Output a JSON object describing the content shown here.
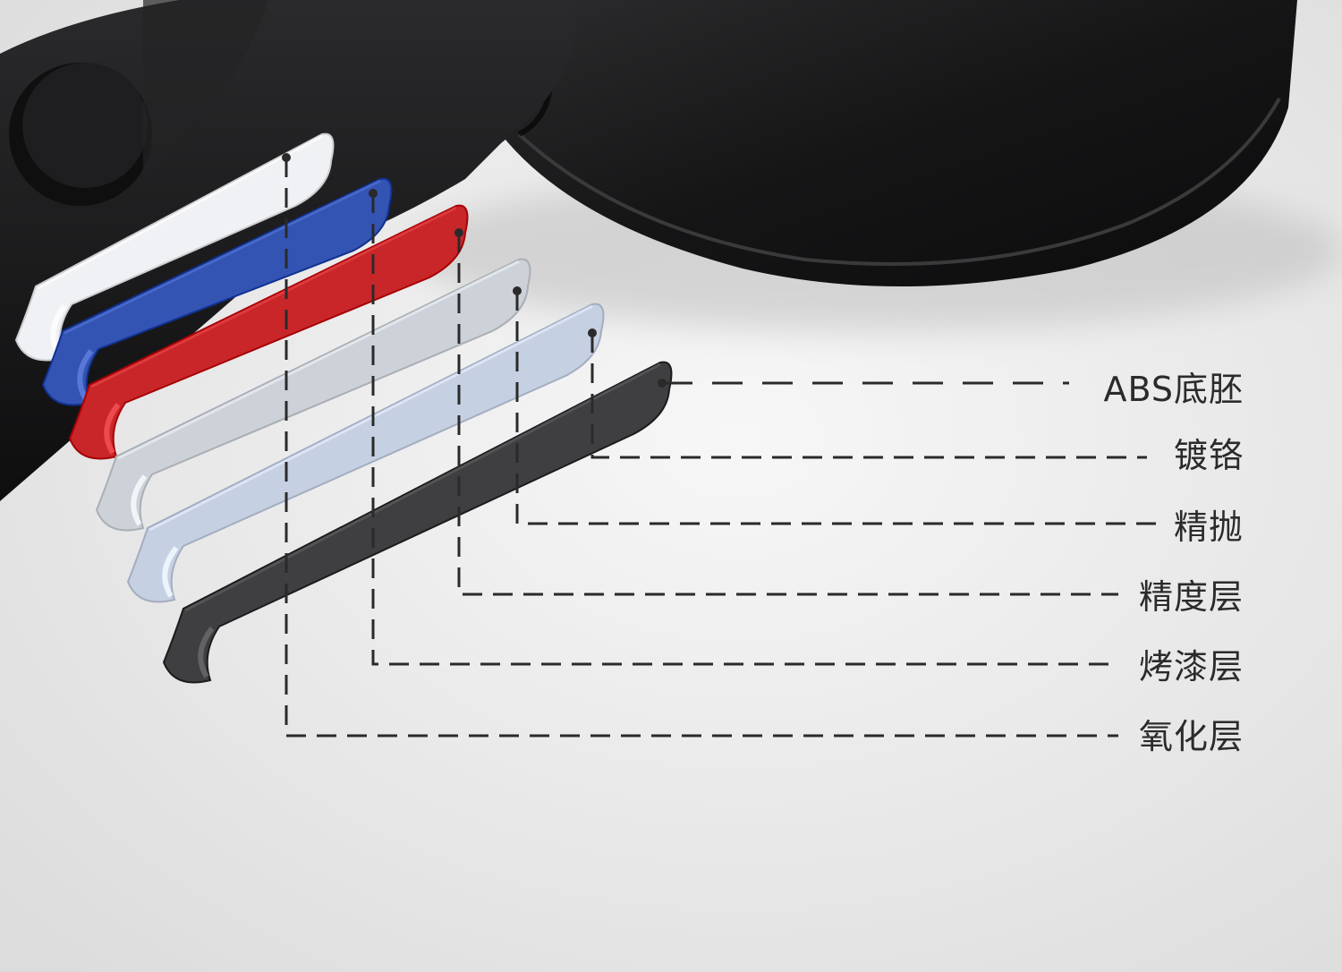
{
  "diagram": {
    "layers": [
      {
        "id": "abs",
        "label": "ABS底胚",
        "color": "#3f3f41"
      },
      {
        "id": "chrome",
        "label": "镀铬",
        "color": "#c6d0e3"
      },
      {
        "id": "polish",
        "label": "精抛",
        "color": "#cdd1d8"
      },
      {
        "id": "precision",
        "label": "精度层",
        "color": "#c9262a"
      },
      {
        "id": "paint",
        "label": "烤漆层",
        "color": "#3454b4"
      },
      {
        "id": "oxide",
        "label": "氧化层",
        "color": "#f0f1f4"
      }
    ],
    "product_color": "#1c1c1e",
    "leader_line_color": "#2a2a2a"
  }
}
